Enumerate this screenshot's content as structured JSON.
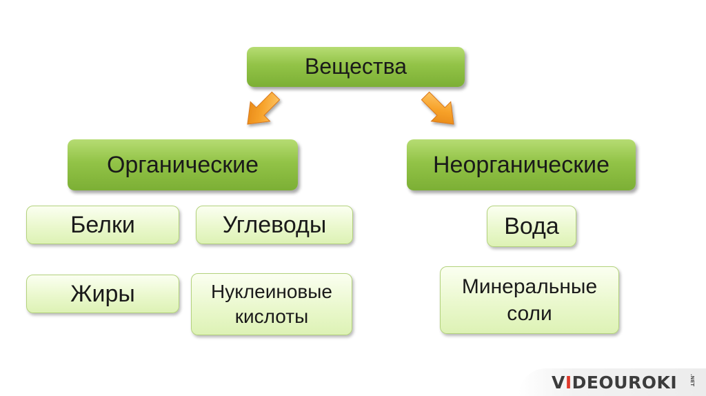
{
  "diagram": {
    "root": "Вещества",
    "organic": {
      "label": "Органические",
      "items": [
        "Белки",
        "Углеводы",
        "Жиры",
        "Нуклеиновые кислоты"
      ]
    },
    "inorganic": {
      "label": "Неорганические",
      "items": [
        "Вода",
        "Минеральные соли"
      ]
    }
  },
  "watermark": {
    "v": "V",
    "i": "I",
    "rest": "DEOUROKI",
    "net": ".NET"
  },
  "colors": {
    "main_box": "#92c347",
    "leaf_box": "#eaf8cd",
    "arrow": "#f39a1e"
  }
}
